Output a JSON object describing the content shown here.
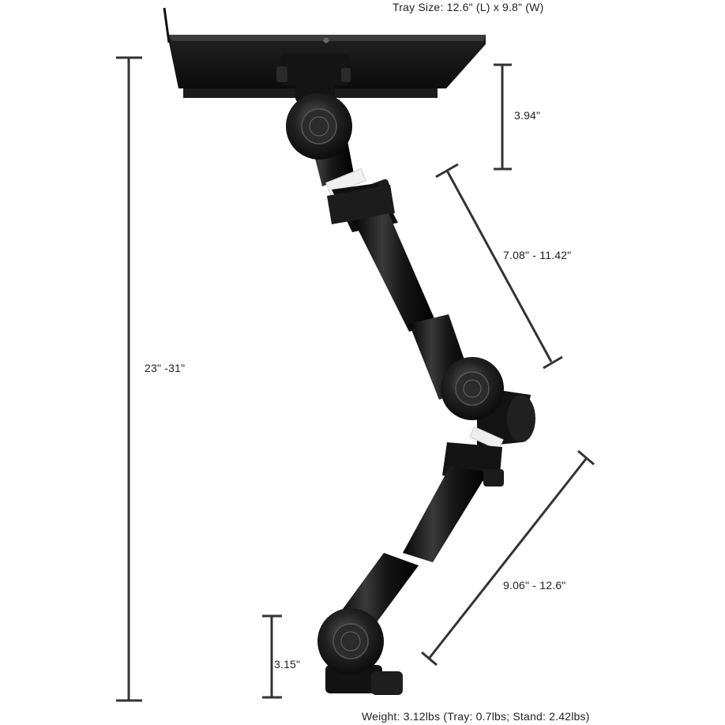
{
  "image": {
    "subject": "tray-mount-arm",
    "background": "#ffffff",
    "dimension_color": "#333333",
    "product_color": "#141414"
  },
  "labels": {
    "tray_size": "Tray Size: 12.6\" (L) x 9.8\" (W)",
    "total_height": "23\" -31\"",
    "tray_drop": "3.94\"",
    "upper_arm": "7.08\" - 11.42\"",
    "lower_arm": "9.06\" - 12.6\"",
    "clamp_height": "3.15\"",
    "weight": "Weight: 3.12lbs (Tray: 0.7lbs; Stand: 2.42lbs)"
  }
}
